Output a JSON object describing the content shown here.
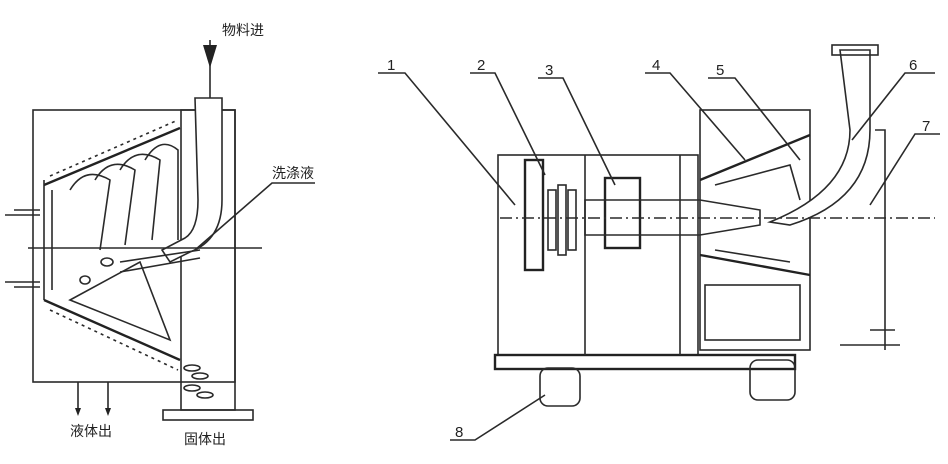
{
  "left_diagram": {
    "feed_in_label": "物料进",
    "wash_liquid_label": "洗涤液",
    "liquid_out_label": "液体出",
    "solid_out_label": "固体出"
  },
  "right_diagram": {
    "part_numbers": [
      "1",
      "2",
      "3",
      "4",
      "5",
      "6",
      "7",
      "8"
    ]
  },
  "colors": {
    "line": "#2a2a2a",
    "background": "#ffffff"
  }
}
